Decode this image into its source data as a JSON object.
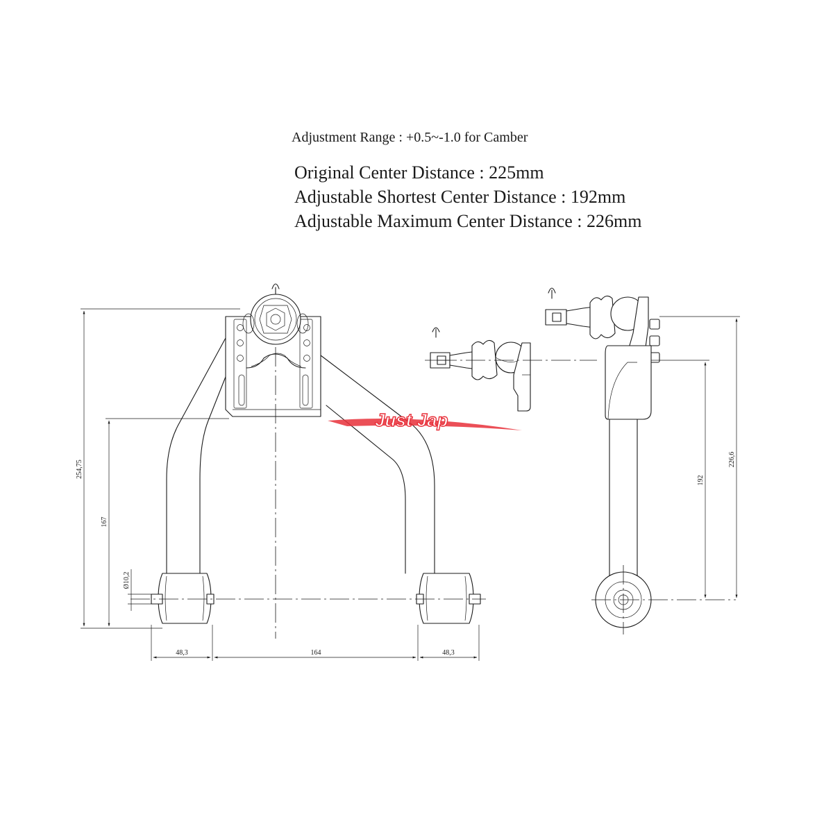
{
  "specs": {
    "adjustment_range": "Adjustment Range : +0.5~-1.0 for Camber",
    "original_center_distance": "Original  Center Distance : 225mm",
    "shortest_center_distance": "Adjustable Shortest Center Distance : 192mm",
    "maximum_center_distance": "Adjustable Maximum  Center Distance : 226mm"
  },
  "dimensions": {
    "overall_height": "254,75",
    "arm_height": "167",
    "bushing_diameter": "Ø10,2",
    "bushing_width_left": "48,3",
    "bushing_span": "164",
    "bushing_width_right": "48,3",
    "side_short": "192",
    "side_max": "226,6"
  },
  "watermark": {
    "text": "Just Jap",
    "color": "#e8303a"
  },
  "colors": {
    "line": "#1a1a1a",
    "background": "#ffffff"
  }
}
